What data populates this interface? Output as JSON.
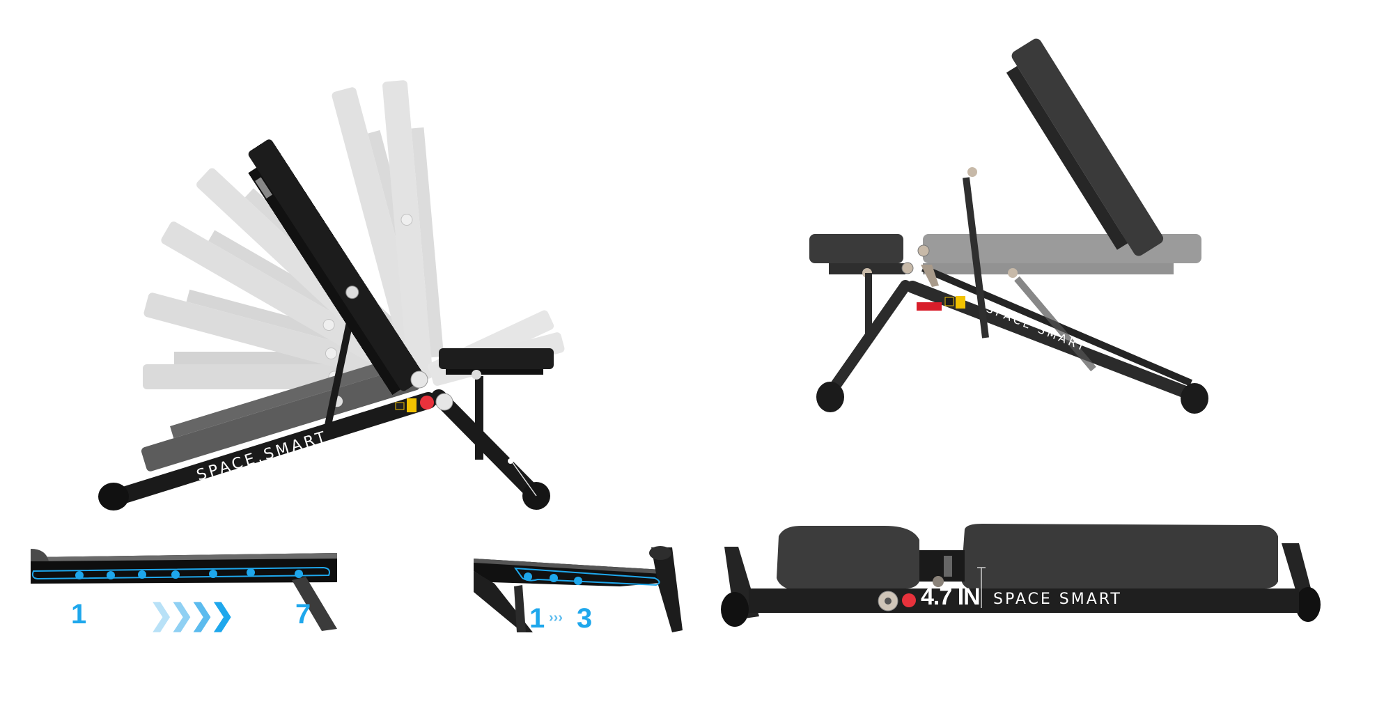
{
  "product": {
    "brand_text": "SPACE SMART",
    "brand_text_dotted": "SPACE.SMART",
    "colors": {
      "frame": "#1a1a1a",
      "pad": "#3a3a3a",
      "ghost": "#d9d9d9",
      "accent_blue": "#1ea7ec",
      "release_red": "#e8323c",
      "warning_yellow": "#f2c200"
    }
  },
  "views": {
    "incline_fan": {
      "label": "Adjustable backrest positions (side view, multiple angles)"
    },
    "incline_side": {
      "label": "Bench in incline position (side view)"
    },
    "backrest_positions": {
      "start": "1",
      "end": "7",
      "arrows": "❯❯❯❯"
    },
    "seat_positions": {
      "start": "1",
      "end": "3",
      "arrows": "›››"
    },
    "folded": {
      "height_label": "4.7 IN",
      "brand": "SPACE SMART"
    }
  }
}
